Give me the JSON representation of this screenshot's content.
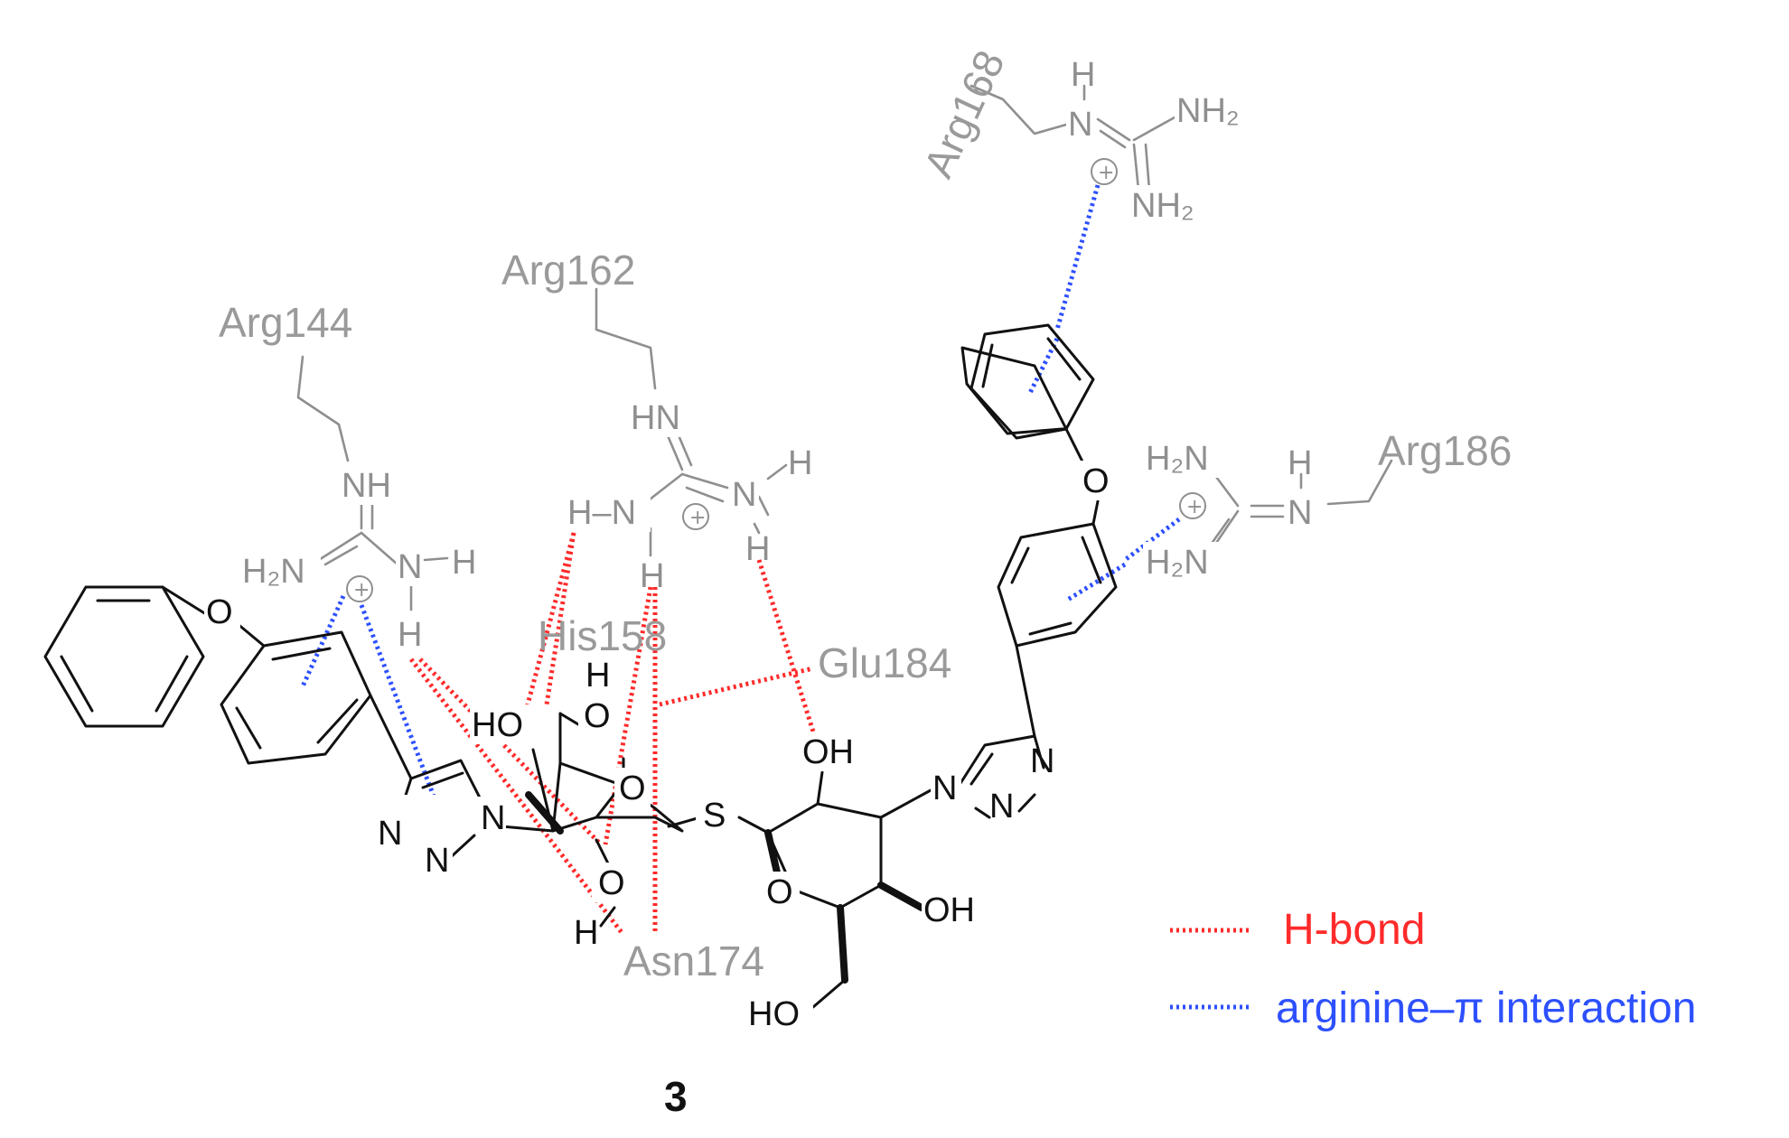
{
  "residues": {
    "arg144": "Arg144",
    "arg162": "Arg162",
    "arg168": "Arg168",
    "arg186": "Arg186",
    "his158": "His158",
    "glu184": "Glu184",
    "asn174": "Asn174"
  },
  "atoms": {
    "o": "O",
    "n": "N",
    "s": "S",
    "h": "H",
    "oh": "OH",
    "ho": "HO",
    "nh": "NH",
    "hn": "HN",
    "nh2": "NH₂",
    "h2n": "H₂N",
    "h_n": "H–N",
    "plus": "+"
  },
  "legend": {
    "hbond": "H-bond",
    "arg_pi": "arginine–π interaction"
  },
  "compound_label": "3",
  "colors": {
    "ligand": "#111111",
    "protein": "#8f8f8f",
    "hbond": "#ff2a2a",
    "arg_pi": "#2d50ff"
  }
}
